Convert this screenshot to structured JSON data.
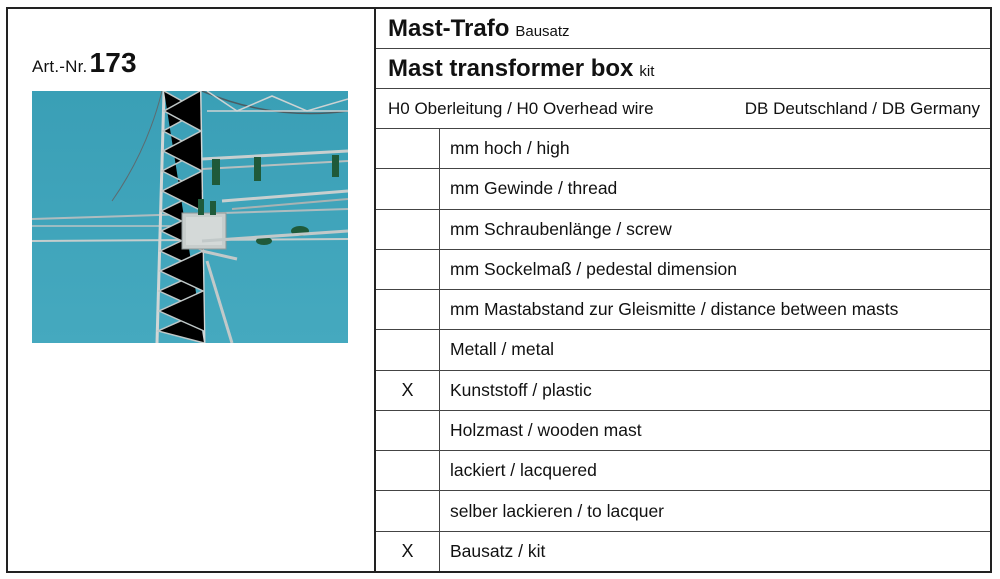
{
  "article": {
    "prefix": "Art.-Nr.",
    "number": "173"
  },
  "title": {
    "de": "Mast-Trafo",
    "de_suffix": "Bausatz",
    "en": "Mast transformer box",
    "en_suffix": "kit"
  },
  "category": {
    "left": "H0 Oberleitung / H0 Overhead wire",
    "right": "DB Deutschland / DB Germany"
  },
  "specs": [
    {
      "mark": "",
      "label": "mm hoch / high"
    },
    {
      "mark": "",
      "label": "mm Gewinde / thread"
    },
    {
      "mark": "",
      "label": "mm Schraubenlänge / screw"
    },
    {
      "mark": "",
      "label": "mm Sockelmaß / pedestal dimension"
    },
    {
      "mark": "",
      "label": "mm Mastabstand zur Gleismitte / distance between masts"
    },
    {
      "mark": "",
      "label": "Metall / metal"
    },
    {
      "mark": "X",
      "label": "Kunststoff / plastic"
    },
    {
      "mark": "",
      "label": "Holzmast / wooden mast"
    },
    {
      "mark": "",
      "label": "lackiert / lacquered"
    },
    {
      "mark": "",
      "label": "selber lackieren / to lacquer"
    },
    {
      "mark": "X",
      "label": "Bausatz / kit"
    }
  ],
  "colors": {
    "sky": "#3fa3b8",
    "metal": "#c9cfcf",
    "insulator": "#1f5a3a"
  }
}
